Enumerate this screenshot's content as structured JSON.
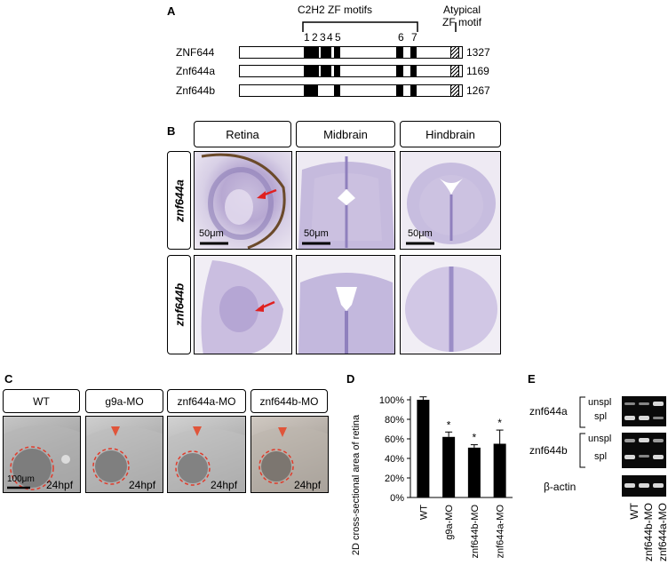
{
  "panel_labels": {
    "a": "A",
    "b": "B",
    "c": "C",
    "d": "D",
    "e": "E"
  },
  "panel_a": {
    "header_motifs": "C2H2 ZF motifs",
    "header_atypical": [
      "Atypical",
      "ZF motif"
    ],
    "motif_numbers": [
      "1",
      "2",
      "3",
      "4",
      "5",
      "6",
      "7"
    ],
    "proteins": [
      {
        "name": "ZNF644",
        "length": "1327"
      },
      {
        "name": "Znf644a",
        "length": "1169"
      },
      {
        "name": "Znf644b",
        "length": "1267"
      }
    ]
  },
  "panel_b": {
    "columns": [
      "Retina",
      "Midbrain",
      "Hindbrain"
    ],
    "rows": [
      "znf644a",
      "znf644b"
    ],
    "scale_bar": "50μm"
  },
  "panel_c": {
    "conditions": [
      "WT",
      "g9a-MO",
      "znf644a-MO",
      "znf644b-MO"
    ],
    "stage": "24hpf",
    "scale_bar": "100μm"
  },
  "chart_data": {
    "type": "bar",
    "categories": [
      "WT",
      "g9a-MO",
      "znf644b-MO",
      "znf644a-MO"
    ],
    "values": [
      100,
      62,
      51,
      55
    ],
    "errors": [
      3,
      5,
      3,
      14
    ],
    "significance": [
      "",
      "*",
      "*",
      "*"
    ],
    "ylabel": "2D cross-sectional area of retina",
    "ylim": [
      0,
      100
    ],
    "yticks": [
      "0%",
      "20%",
      "40%",
      "60%",
      "80%",
      "100%"
    ],
    "bar_color": "#000000"
  },
  "panel_e": {
    "genes": [
      "znf644a",
      "znf644b",
      "β-actin"
    ],
    "band_labels": [
      "unspl",
      "spl"
    ],
    "lanes": [
      "WT",
      "znf644b-MO",
      "znf644a-MO"
    ]
  }
}
